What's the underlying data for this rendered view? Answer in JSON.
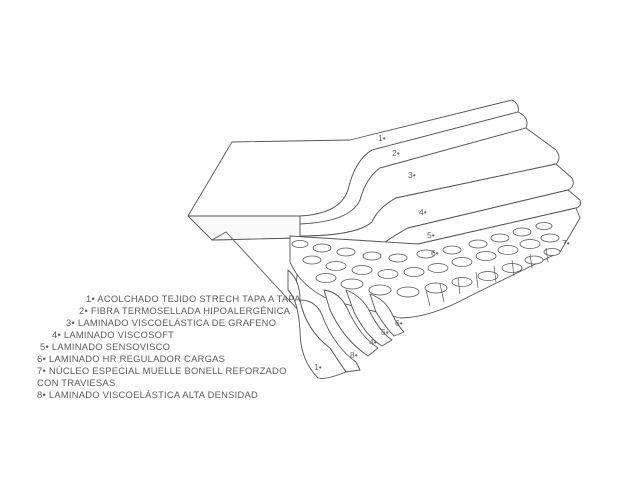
{
  "diagram": {
    "legend": [
      {
        "id": 1,
        "text": "1• ACOLCHADO TEJIDO STRECH TAPA A TAPA"
      },
      {
        "id": 2,
        "text": "2• FIBRA  TERMOSELLADA HIPOALERGÉNICA"
      },
      {
        "id": 3,
        "text": "3• LAMINADO VISCOELÁSTICA DE GRAFENO"
      },
      {
        "id": 4,
        "text": "4• LAMINADO VISCOSOFT"
      },
      {
        "id": 5,
        "text": "5• LAMINADO SENSOVISCO"
      },
      {
        "id": 6,
        "text": "6• LAMINADO HR REGULADOR CARGAS"
      },
      {
        "id": 7,
        "text": "7• NÚCLEO ESPECIAL MUELLE BONELL REFORZADO"
      },
      {
        "id": 8,
        "text": "CON TRAVIESAS"
      },
      {
        "id": 9,
        "text": "8• LAMINADO VISCOELÁSTICA ALTA DENSIDAD"
      }
    ],
    "callouts": {
      "top_1": "1•",
      "top_2": "2•",
      "top_3": "3•",
      "top_4": "4•",
      "top_5": "5•",
      "top_6": "6•",
      "top_7": "7•",
      "bottom_1": "1•",
      "bottom_8": "8•",
      "bottom_4": "4•",
      "bottom_5": "5•",
      "bottom_6": "6•"
    },
    "colors": {
      "stroke": "#555555",
      "fill": "#ffffff",
      "text": "#5a5a5a"
    }
  }
}
